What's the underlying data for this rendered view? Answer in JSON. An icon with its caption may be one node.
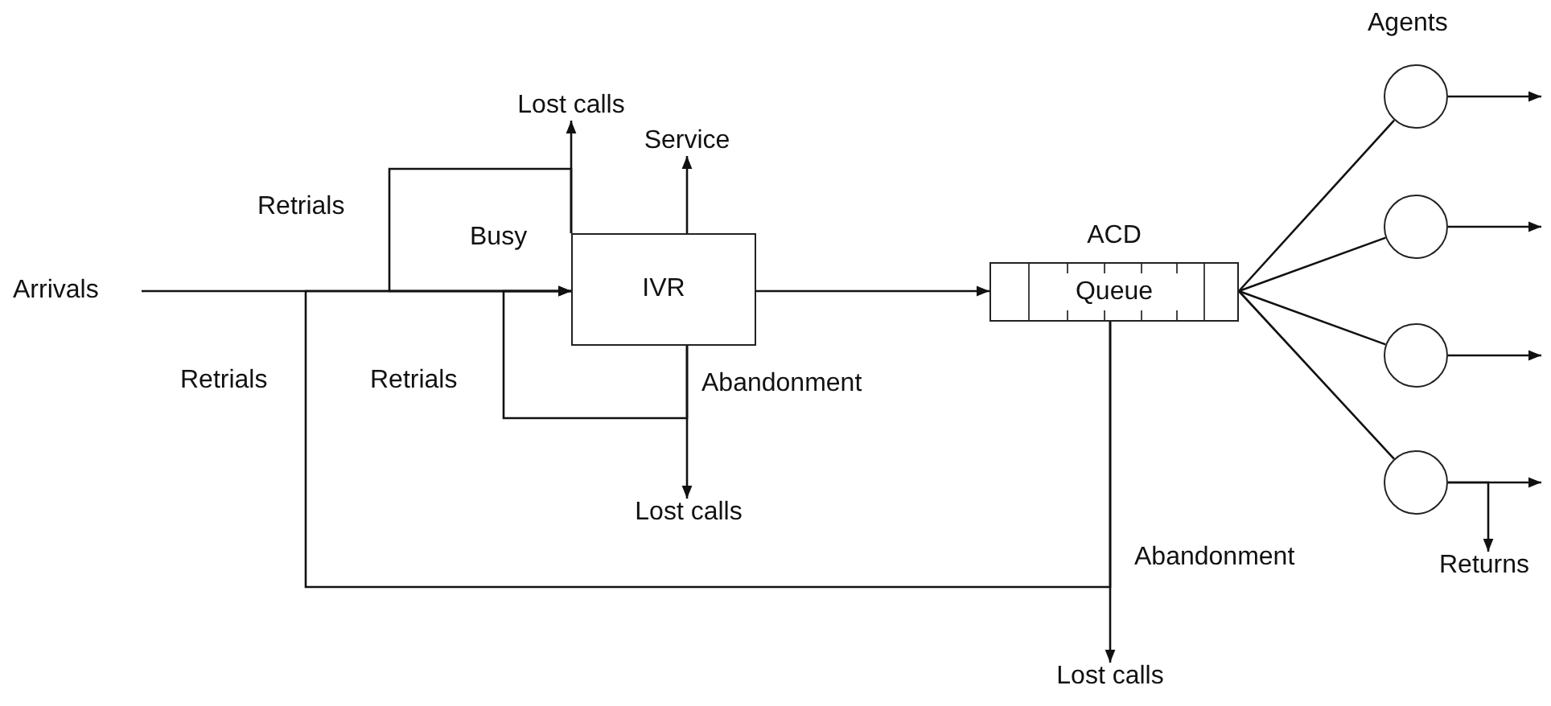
{
  "diagram": {
    "nodes": [
      {
        "text": [
          "Arrivals"
        ]
      },
      {
        "text": [
          "IVR"
        ]
      },
      {
        "text": [
          "Lost calls"
        ]
      },
      {
        "text": [
          "Service"
        ]
      },
      {
        "text": [
          "Lost calls"
        ]
      },
      {
        "text": [
          "ACD",
          "Queue"
        ]
      },
      {
        "text": [
          "Lost calls"
        ]
      },
      {
        "text": [],
        "shape": "circle"
      },
      {
        "text": [],
        "shape": "circle"
      },
      {
        "text": [],
        "shape": "circle"
      },
      {
        "text": [],
        "shape": "circle"
      },
      {
        "text": [
          "Returns"
        ]
      }
    ],
    "edges": [
      {
        "from": 0,
        "to": 1,
        "arrow": "none"
      },
      {
        "from": 1,
        "to": 2,
        "label": "Busy",
        "arrow": "to"
      },
      {
        "from": 1,
        "to": 1,
        "label": "Retrials",
        "arrow": "to"
      },
      {
        "from": 1,
        "to": 3,
        "arrow": "to"
      },
      {
        "from": 1,
        "to": 4,
        "label": "Abandonment",
        "arrow": "to"
      },
      {
        "from": 1,
        "to": 1,
        "label": "Retrials",
        "arrow": "to"
      },
      {
        "from": 1,
        "to": 5,
        "arrow": "to"
      },
      {
        "from": 5,
        "to": 6,
        "label": "Abandonment",
        "arrow": "to"
      },
      {
        "from": 5,
        "to": 1,
        "label": "Retrials",
        "arrow": "to"
      },
      {
        "from": 5,
        "to": 7,
        "arrow": "none"
      },
      {
        "from": 5,
        "to": 8,
        "arrow": "none"
      },
      {
        "from": 5,
        "to": 9,
        "arrow": "none"
      },
      {
        "from": 5,
        "to": 10,
        "arrow": "none"
      },
      {
        "from": 7,
        "to": null,
        "arrow": "to"
      },
      {
        "from": 8,
        "to": null,
        "arrow": "to"
      },
      {
        "from": 9,
        "to": null,
        "arrow": "to"
      },
      {
        "from": 10,
        "to": null,
        "arrow": "to"
      },
      {
        "from": 10,
        "to": 11,
        "arrow": "to"
      }
    ],
    "labels": [
      "Agents"
    ]
  }
}
